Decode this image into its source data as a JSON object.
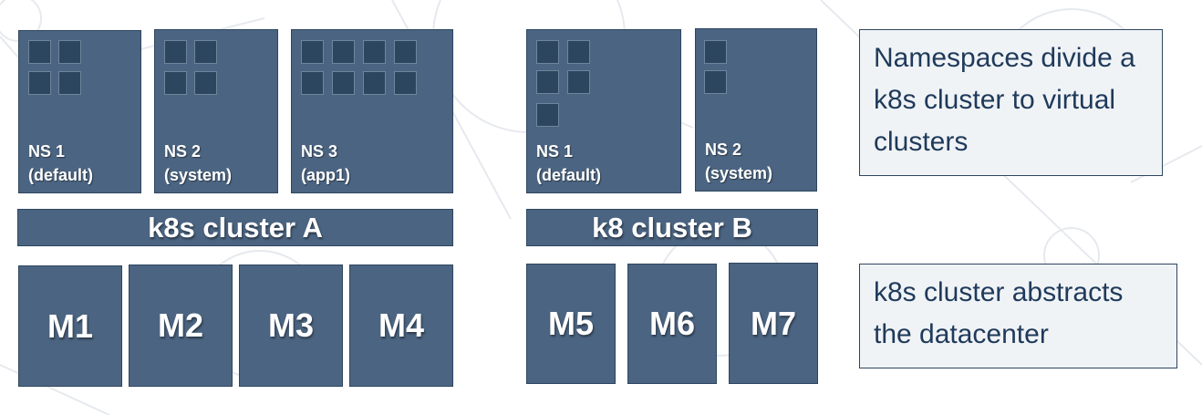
{
  "clusters": {
    "a": {
      "label": "k8s cluster A",
      "namespaces": [
        {
          "name": "NS 1",
          "sub": "(default)",
          "pods": 4
        },
        {
          "name": "NS 2",
          "sub": "(system)",
          "pods": 4
        },
        {
          "name": "NS 3",
          "sub": "(app1)",
          "pods": 8
        }
      ],
      "machines": [
        "M1",
        "M2",
        "M3",
        "M4"
      ]
    },
    "b": {
      "label": "k8 cluster B",
      "namespaces": [
        {
          "name": "NS 1",
          "sub": "(default)",
          "pods": 5
        },
        {
          "name": "NS 2",
          "sub": "(system)",
          "pods": 2
        }
      ],
      "machines": [
        "M5",
        "M6",
        "M7"
      ]
    }
  },
  "notes": {
    "namespaces": {
      "line1": "Namespaces divide a",
      "line2": "k8s cluster to virtual",
      "line3": "clusters"
    },
    "cluster": {
      "line1": "k8s cluster abstracts",
      "line2": "the datacenter"
    }
  },
  "colors": {
    "box_fill": "#4b6481",
    "box_border": "#2e4660",
    "pod_fill": "#2d4660",
    "note_fill": "#f0f3f6",
    "note_text": "#1f3a5a"
  }
}
